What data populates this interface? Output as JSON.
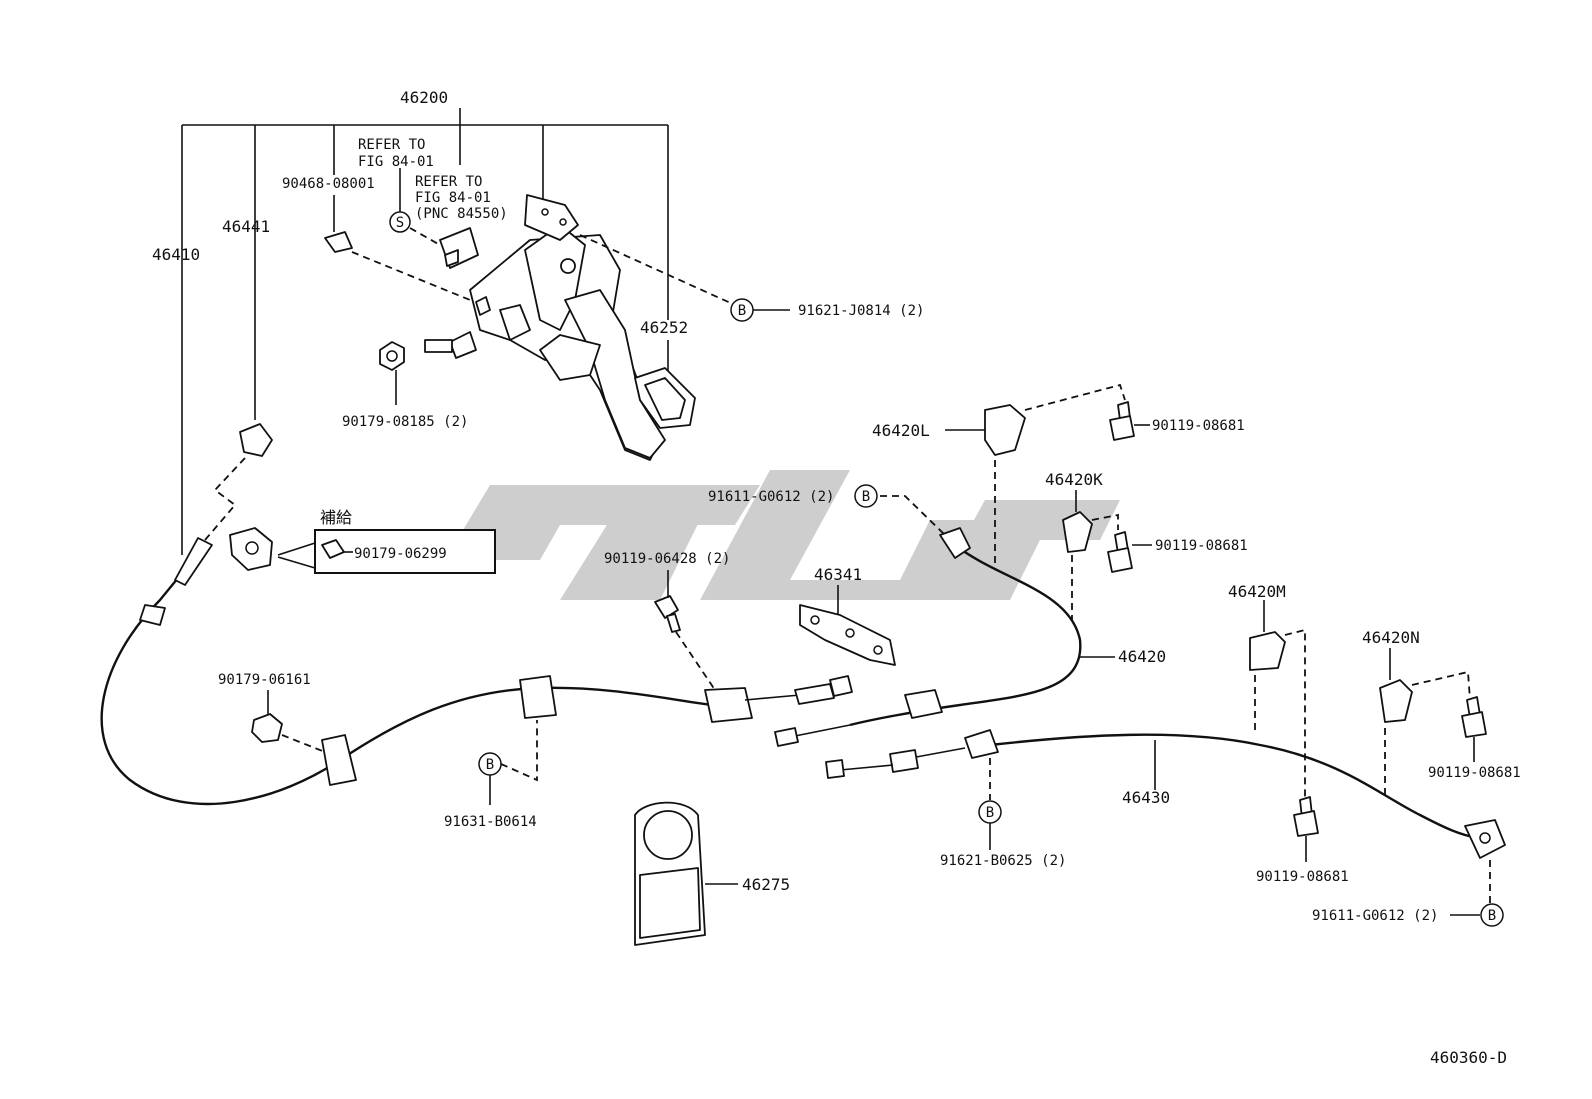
{
  "diagram": {
    "figure_code": "460360-D",
    "callouts": {
      "c46200": "46200",
      "refer1_line1": "REFER TO",
      "refer1_line2": "FIG 84-01",
      "refer2_line1": "REFER TO",
      "refer2_line2": "FIG 84-01",
      "refer2_line3": "(PNC 84550)",
      "c90468": "90468-08001",
      "c46441": "46441",
      "c46410": "46410",
      "c46252": "46252",
      "c91621_J0814": "91621-J0814 (2)",
      "c90179_08185": "90179-08185 (2)",
      "c46420L": "46420L",
      "c90119_08681_a": "90119-08681",
      "c46420K": "46420K",
      "c90119_08681_b": "90119-08681",
      "c91611_G0612_a": "91611-G0612 (2)",
      "hoki": "補給",
      "c90179_06299": "90179-06299",
      "c90119_06428": "90119-06428 (2)",
      "c46341": "46341",
      "c46420": "46420",
      "c46420M": "46420M",
      "c46420N": "46420N",
      "c90179_06161": "90179-06161",
      "c91631_B0614": "91631-B0614",
      "c46430": "46430",
      "c90119_08681_c": "90119-08681",
      "c90119_08681_d": "90119-08681",
      "c91621_B0625": "91621-B0625 (2)",
      "c46275": "46275",
      "c91611_G0612_b": "91611-G0612 (2)"
    },
    "symbols": {
      "bolt_ref": "B",
      "std_ref": "S"
    }
  }
}
